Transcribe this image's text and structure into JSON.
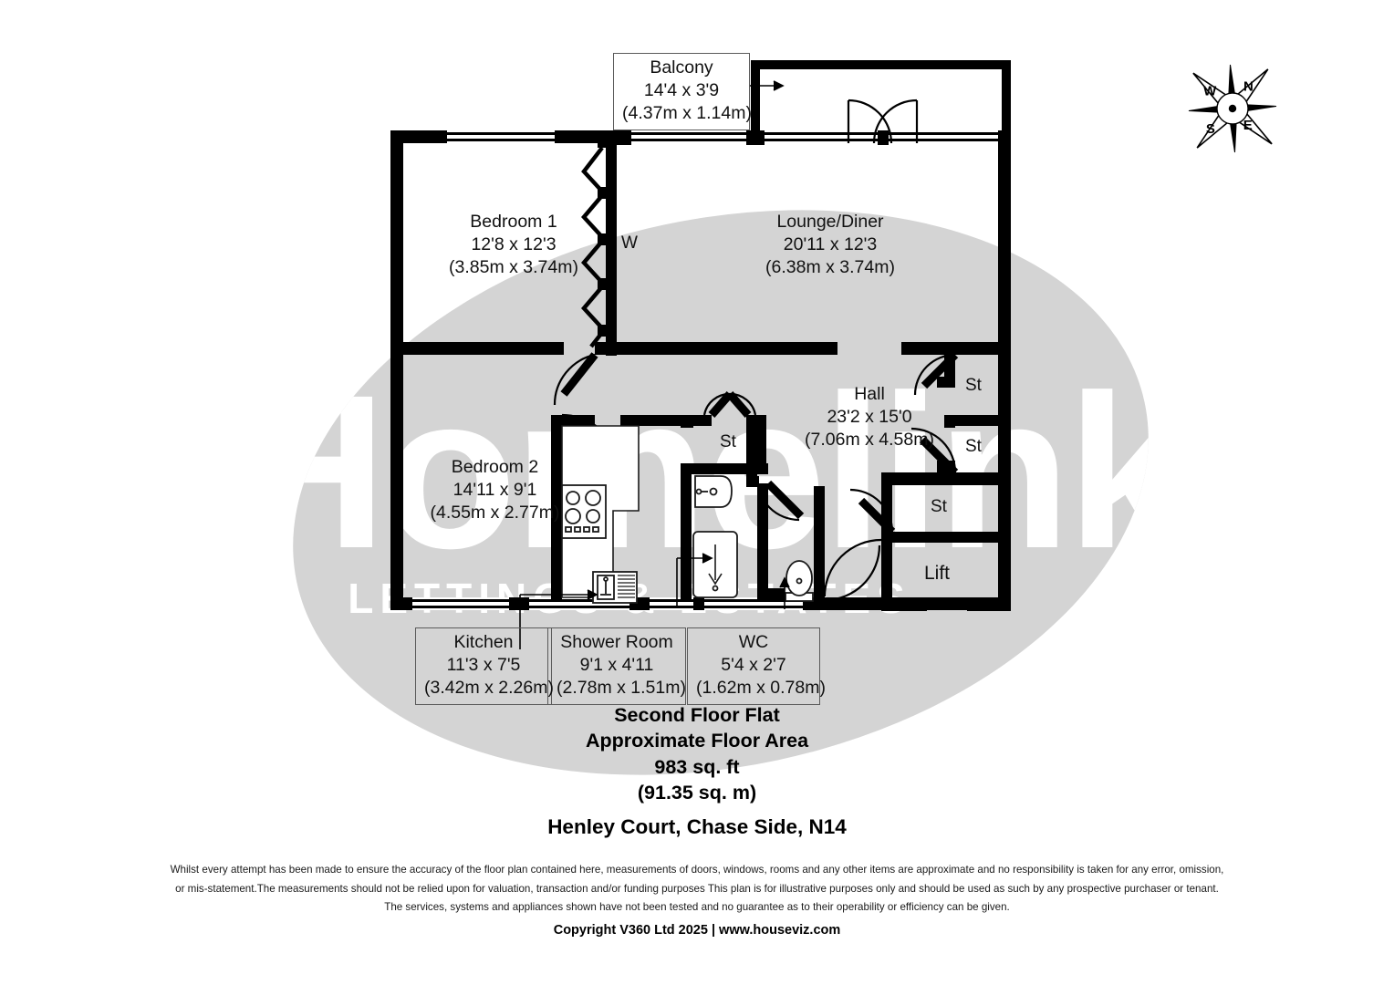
{
  "plan": {
    "title_lines": [
      "Second Floor Flat",
      "Approximate Floor Area",
      "983 sq. ft",
      "(91.35 sq. m)"
    ],
    "address": "Henley Court, Chase Side, N14",
    "watermark": {
      "brand": "Homelink",
      "tagline": "LETTINGS & ESTATES",
      "blob_color": "#d4d4d4",
      "text_color": "#ffffff"
    },
    "colors": {
      "wall": "#000000",
      "text": "#111111",
      "label_border": "#5a5a5a",
      "fixture_stroke": "#1a1a1a"
    }
  },
  "rooms": [
    {
      "id": "balcony",
      "name": "Balcony",
      "dims_imperial": "14'4 x 3'9",
      "dims_metric": "(4.37m x 1.14m)",
      "boxed": true
    },
    {
      "id": "bedroom-1",
      "name": "Bedroom 1",
      "dims_imperial": "12'8 x 12'3",
      "dims_metric": "(3.85m x 3.74m)",
      "boxed": false
    },
    {
      "id": "lounge-diner",
      "name": "Lounge/Diner",
      "dims_imperial": "20'11 x 12'3",
      "dims_metric": "(6.38m x 3.74m)",
      "boxed": false
    },
    {
      "id": "hall",
      "name": "Hall",
      "dims_imperial": "23'2 x 15'0",
      "dims_metric": "(7.06m x 4.58m)",
      "boxed": false
    },
    {
      "id": "bedroom-2",
      "name": "Bedroom 2",
      "dims_imperial": "14'11 x 9'1",
      "dims_metric": "(4.55m x 2.77m)",
      "boxed": false
    },
    {
      "id": "kitchen",
      "name": "Kitchen",
      "dims_imperial": "11'3 x 7'5",
      "dims_metric": "(3.42m x 2.26m)",
      "boxed": true
    },
    {
      "id": "shower-room",
      "name": "Shower Room",
      "dims_imperial": "9'1 x 4'11",
      "dims_metric": "(2.78m x 1.51m)",
      "boxed": true
    },
    {
      "id": "wc",
      "name": "WC",
      "dims_imperial": "5'4 x 2'7",
      "dims_metric": "(1.62m x 0.78m)",
      "boxed": true
    }
  ],
  "small_labels": {
    "wardrobe": "W",
    "store_hall": "St",
    "store_top": "St",
    "store_mid": "St",
    "store_low": "St",
    "lift": "Lift"
  },
  "compass": {
    "north": "N",
    "east": "E",
    "south": "S",
    "west": "W"
  },
  "disclaimer": {
    "line1": "Whilst every attempt has been made to ensure the accuracy of the floor plan contained here, measurements of doors, windows, rooms and any other items are approximate and no responsibility is taken for any error, omission,",
    "line2": "or mis-statement.The measurements should not be relied upon for valuation, transaction and/or funding purposes This plan is for illustrative purposes only and should be used as such by any prospective purchaser or tenant.",
    "line3": "The services, systems and appliances shown have not been tested and no guarantee as to their operability or efficiency can be given.",
    "copyright": "Copyright V360 Ltd 2025 | www.houseviz.com"
  }
}
